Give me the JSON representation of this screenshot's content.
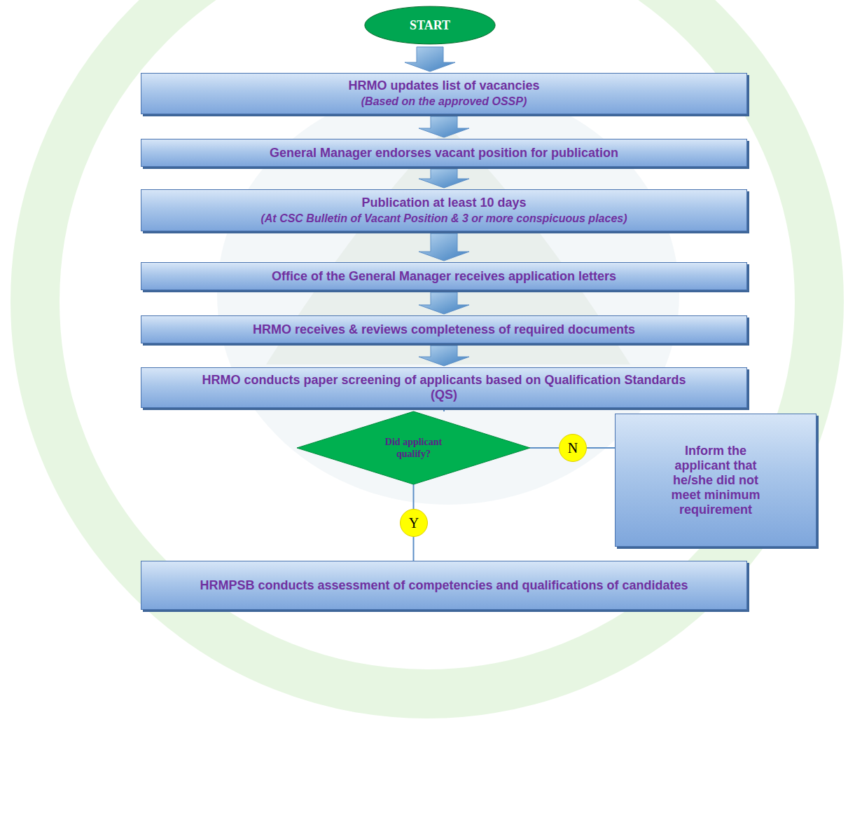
{
  "diagram": {
    "nodes": [
      {
        "text": [
          "START"
        ]
      },
      {
        "text": [
          "HRMO updates list of vacancies",
          "(Based on the approved OSSP)"
        ]
      },
      {
        "text": [
          "General Manager endorses vacant position for publication"
        ]
      },
      {
        "text": [
          "Publication at least 10 days",
          "(At CSC Bulletin of Vacant Position & 3 or more conspicuous places)"
        ]
      },
      {
        "text": [
          "Office of the General Manager receives application letters"
        ]
      },
      {
        "text": [
          "HRMO receives & reviews completeness of required documents"
        ]
      },
      {
        "text": [
          "HRMO conducts paper screening of applicants based on Qualification Standards (QS)"
        ]
      },
      {
        "text": [
          "Did applicant qualify?"
        ]
      },
      {
        "text": [
          "Inform the applicant that he/she did not meet minimum requirement"
        ]
      },
      {
        "text": [
          "HRMPSB conducts assessment of competencies and qualifications of candidates"
        ]
      }
    ],
    "edges": [
      {
        "from": 0,
        "to": 1,
        "arrow": "to"
      },
      {
        "from": 1,
        "to": 2,
        "arrow": "to"
      },
      {
        "from": 2,
        "to": 3,
        "arrow": "to"
      },
      {
        "from": 3,
        "to": 4,
        "arrow": "to"
      },
      {
        "from": 4,
        "to": 5,
        "arrow": "to"
      },
      {
        "from": 5,
        "to": 6,
        "arrow": "to"
      },
      {
        "from": 6,
        "to": 7,
        "arrow": "none"
      },
      {
        "from": 7,
        "to": 8,
        "label": "N",
        "arrow": "none"
      },
      {
        "from": 7,
        "to": 9,
        "label": "Y",
        "arrow": "none"
      }
    ]
  }
}
